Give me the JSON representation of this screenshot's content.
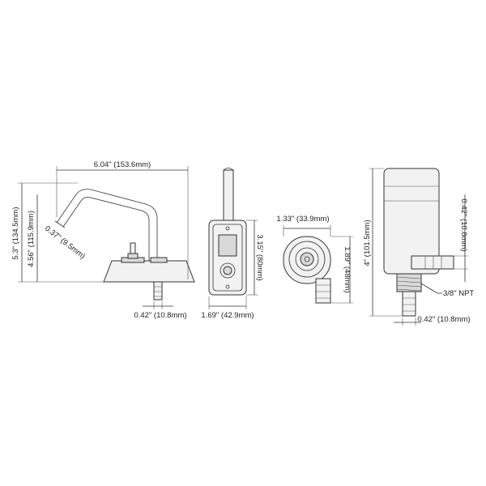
{
  "dimensions": {
    "faucet_width": "6.04\" (153.6mm)",
    "faucet_total_height": "5.3\" (134.5mm)",
    "faucet_spout_height": "4.56\" (115.9mm)",
    "spout_tube_diameter": "0.37\" (9.5mm)",
    "faucet_hose_barb": "0.42\" (10.8mm)",
    "switch_height": "3.15\" (80mm)",
    "switch_width": "1.69\" (42.9mm)",
    "pump_top_width": "1.33\" (33.9mm)",
    "pump_top_depth": "1.89\" (48mm)",
    "pump_height": "4\" (101.5mm)",
    "pump_outlet_barb": "0.42\" (10.8mm)",
    "pump_thread": "3/8\" NPT",
    "pump_bottom_barb": "0.42\" (10.8mm)"
  }
}
